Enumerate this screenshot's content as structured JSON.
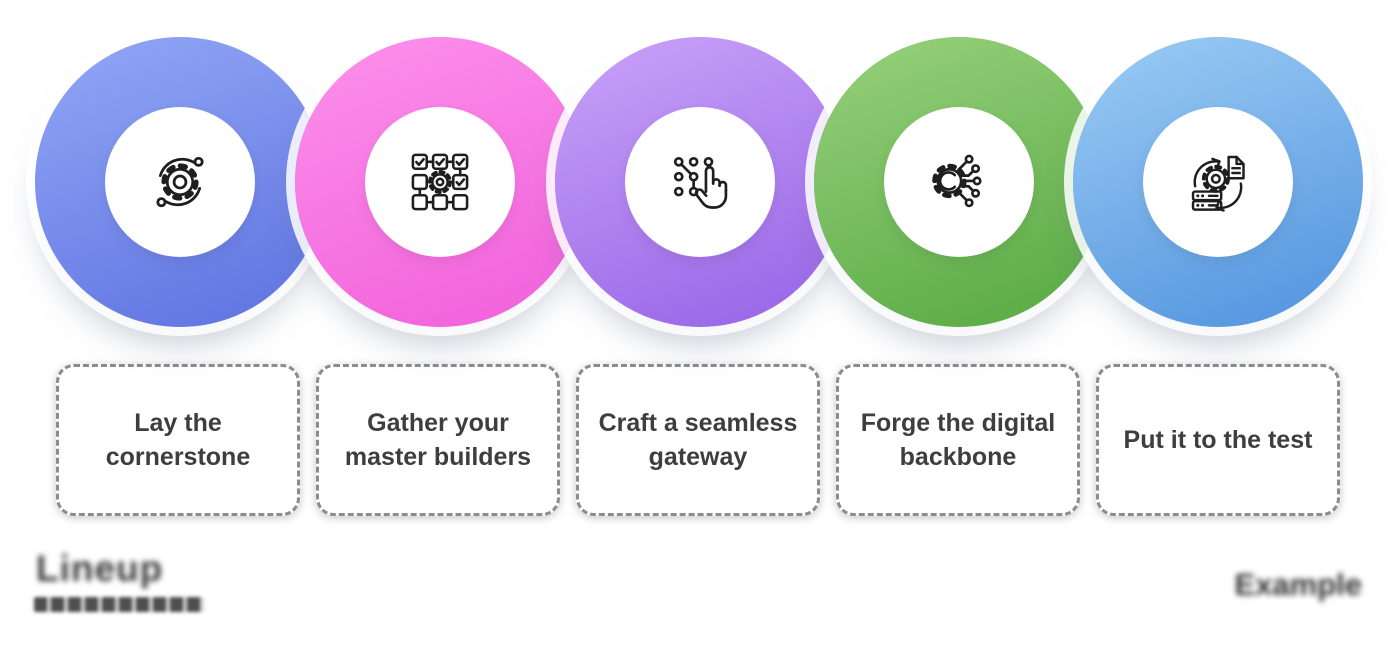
{
  "page": {
    "background_color": "#ffffff"
  },
  "steps": [
    {
      "title": "Lay the cornerstone",
      "icon": "orbit-gear-icon",
      "color_from": "#8CA1F3",
      "color_to": "#6176E2",
      "disc_style": "background:linear-gradient(160deg,#8CA1F3 12%,#6176E2 92%)"
    },
    {
      "title": "Gather your master builders",
      "icon": "workflow-checklist-icon",
      "color_from": "#FB8BE9",
      "color_to": "#F263DC",
      "disc_style": "background:linear-gradient(160deg,#FB8BE9 12%,#F263DC 92%)"
    },
    {
      "title": "Craft a seamless gateway",
      "icon": "tap-gesture-icon",
      "color_from": "#C39BF6",
      "color_to": "#9A68E8",
      "disc_style": "background:linear-gradient(160deg,#C39BF6 12%,#9A68E8 92%)"
    },
    {
      "title": "Forge the digital backbone",
      "icon": "gear-circuit-icon",
      "color_from": "#90CC75",
      "color_to": "#5CAC47",
      "disc_style": "background:linear-gradient(160deg,#90CC75 12%,#5CAC47 92%)"
    },
    {
      "title": "Put it to the test",
      "icon": "data-transfer-icon",
      "color_from": "#93C5F2",
      "color_to": "#5697E0",
      "disc_style": "background:linear-gradient(160deg,#93C5F2 12%,#5697E0 92%)"
    }
  ],
  "footer": {
    "brand_text": "Lineup",
    "watermark_text": "Example"
  }
}
